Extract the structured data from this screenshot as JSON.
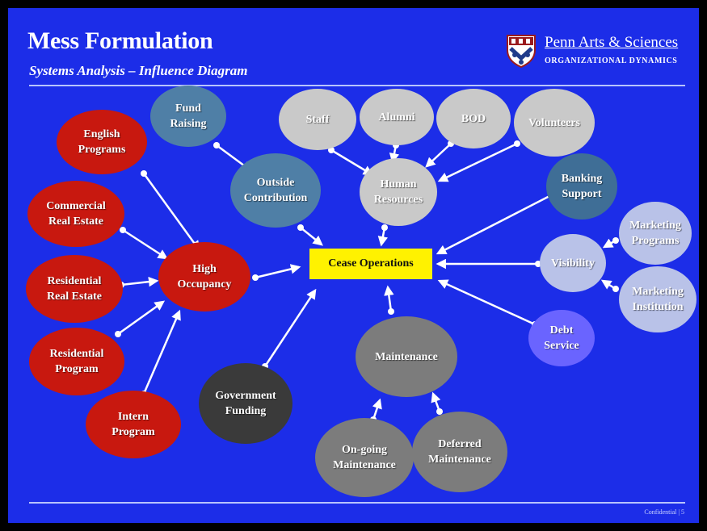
{
  "slide": {
    "title": "Mess Formulation",
    "subtitle": "Systems Analysis – Influence Diagram",
    "brand": {
      "name": "Penn Arts & Sciences",
      "sub": "ORGANIZATIONAL DYNAMICS"
    },
    "footer": "Confidential | 5"
  },
  "colors": {
    "background": "#1c2de8",
    "red_node": "#c8180f",
    "steel_node": "#4f7fa6",
    "silver_node": "#c9c9c9",
    "gray_node": "#7c7c7c",
    "charcoal_node": "#3a3a3a",
    "pale_node": "#b9c2e8",
    "violet_node": "#6a64ff",
    "center": "#fff200",
    "arrow": "#ffffff"
  },
  "diagram": {
    "center": "Cease Operations",
    "nodes": {
      "english_programs": "English\nPrograms",
      "commercial_real_estate": "Commercial\nReal Estate",
      "residential_real_estate": "Residential\nReal Estate",
      "residential_program": "Residential\nProgram",
      "intern_program": "Intern\nProgram",
      "high_occupancy": "High\nOccupancy",
      "fund_raising": "Fund\nRaising",
      "outside_contribution": "Outside\nContribution",
      "government_funding": "Government\nFunding",
      "staff": "Staff",
      "alumni": "Alumni",
      "bod": "BOD",
      "volunteers": "Volunteers",
      "human_resources": "Human\nResources",
      "banking_support": "Banking\nSupport",
      "visibility": "Visibility",
      "marketing_programs": "Marketing\nPrograms",
      "marketing_institution": "Marketing\nInstitution",
      "debt_service": "Debt\nService",
      "maintenance": "Maintenance",
      "ongoing_maintenance": "On-going\nMaintenance",
      "deferred_maintenance": "Deferred\nMaintenance"
    }
  }
}
